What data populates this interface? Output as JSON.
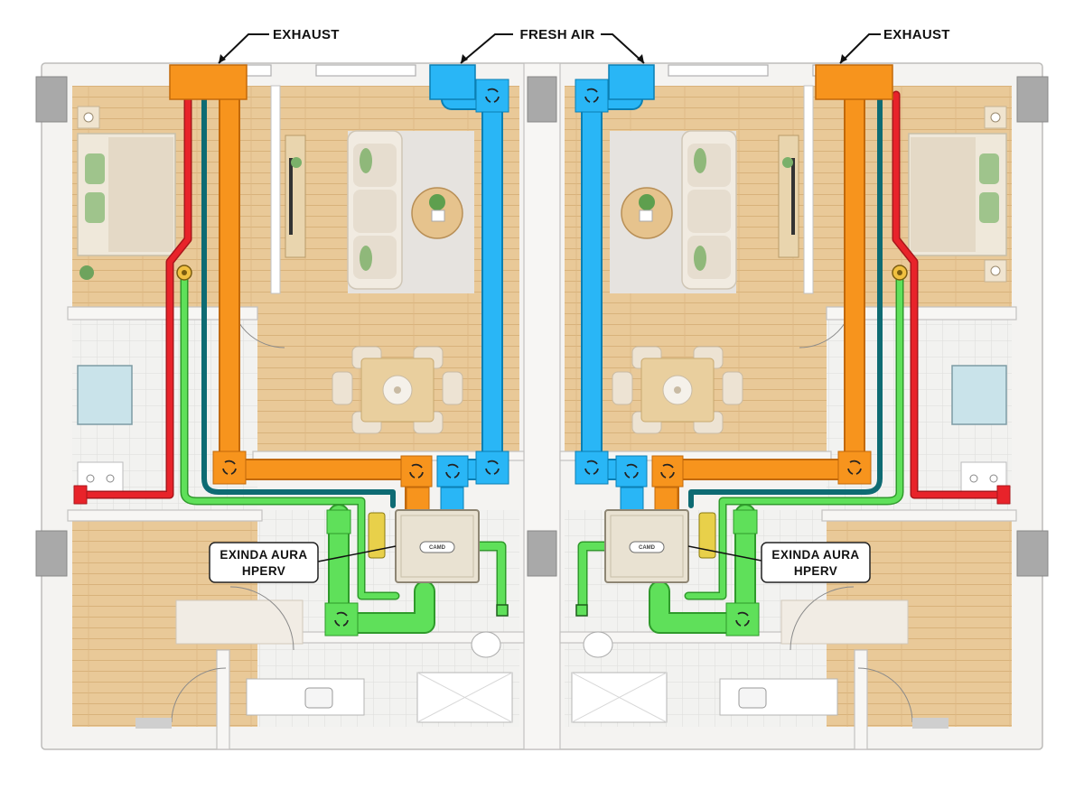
{
  "callouts": {
    "exhaust_left": "EXHAUST",
    "fresh_air": "FRESH AIR",
    "exhaust_right": "EXHAUST"
  },
  "units": {
    "left": {
      "label_line1": "EXINDA AURA",
      "label_line2": "HPERV",
      "brand": "CAMD"
    },
    "right": {
      "label_line1": "EXINDA AURA",
      "label_line2": "HPERV",
      "brand": "CAMD"
    }
  },
  "colors": {
    "exhaust_duct": "#f7941d",
    "fresh_air_duct": "#29b6f6",
    "supply_duct": "#5fe05a",
    "hot_pipe": "#e8232a",
    "return_pipe": "#0e6b73",
    "floor_wood": "#e8c895",
    "wall": "#ecebea"
  }
}
